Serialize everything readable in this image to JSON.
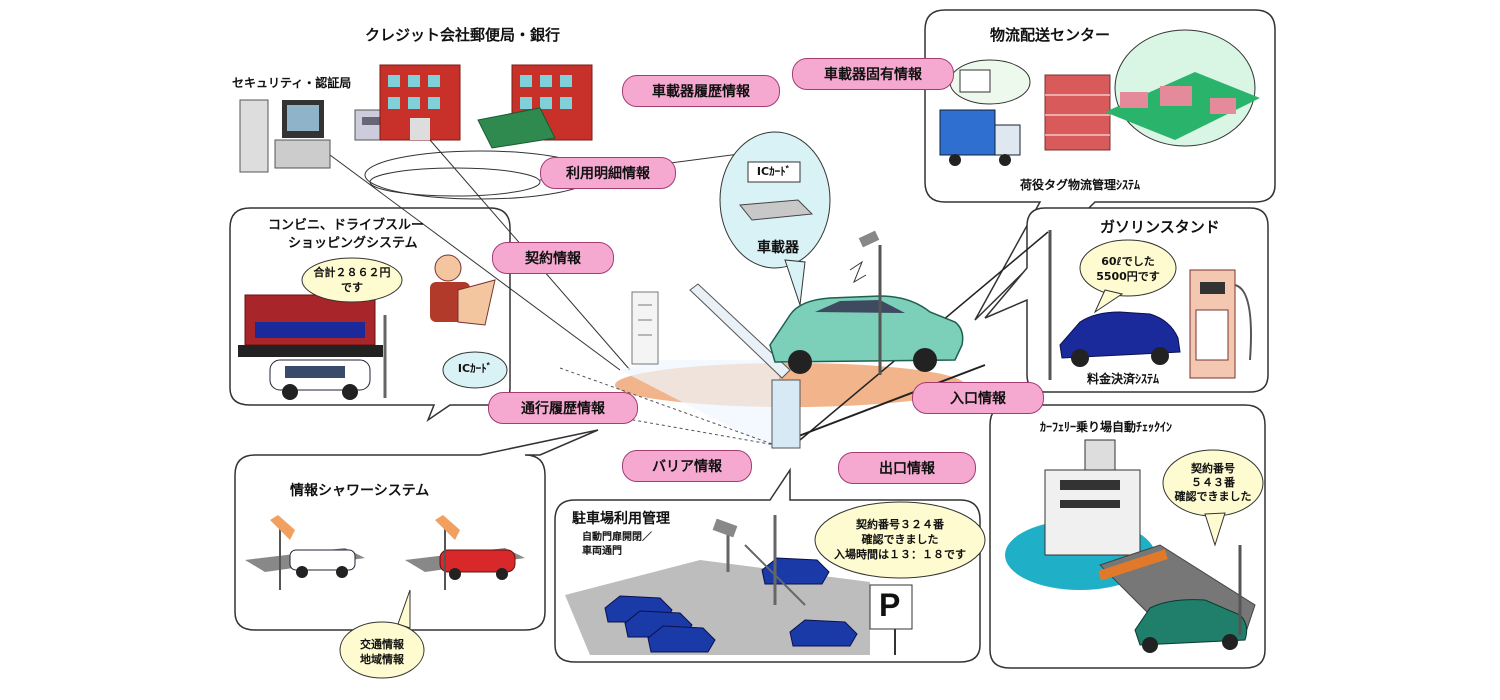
{
  "colors": {
    "pill_fill": "#f6a9d0",
    "pill_border": "#a33c72",
    "panel_border": "#333333",
    "road_glow": "#f2b48a",
    "car_green": "#7ccfb8",
    "car_blue": "#1a2a9a",
    "water": "#1fb0c8"
  },
  "titles": {
    "credit": "クレジット会社郵便局・銀行",
    "security": "セキュリティ・認証局",
    "logistics": "物流配送センター",
    "tag_system": "荷役タグ物流管理ｼｽﾃﾑ",
    "convenience_1": "コンビニ、ドライブスルー",
    "convenience_2": "ショッピングシステム",
    "gas": "ガソリンスタンド",
    "payment": "料金決済ｼｽﾃﾑ",
    "onboard": "車載器",
    "ferry": "ｶｰﾌｪﾘｰ乗り場自動ﾁｪｯｸｲﾝ",
    "shower": "情報シャワーシステム",
    "parking": "駐車場利用管理",
    "parking_sub_1": "自動門扉開閉／",
    "parking_sub_2": "車両通門",
    "parking_sign": "P"
  },
  "pills": {
    "device_history": "車載器履歴情報",
    "device_id": "車載器固有情報",
    "usage_detail": "利用明細情報",
    "contract": "契約情報",
    "passage_history": "通行履歴情報",
    "entry": "入口情報",
    "barrier": "バリア情報",
    "exit": "出口情報"
  },
  "bubbles": {
    "store_1": "合計２８６２円",
    "store_2": "です",
    "ic_card_a": "ICｶｰﾄﾞ",
    "ic_card_b": "ICｶｰﾄﾞ",
    "gas_1": "60ℓでした",
    "gas_2": "5500円です",
    "ferry_1": "契約番号",
    "ferry_2": "５４３番",
    "ferry_3": "確認できました",
    "parking_1": "契約番号３２４番",
    "parking_2": "確認できました",
    "parking_3": "入場時間は１３：１８です",
    "traffic_1": "交通情報",
    "traffic_2": "地域情報"
  }
}
